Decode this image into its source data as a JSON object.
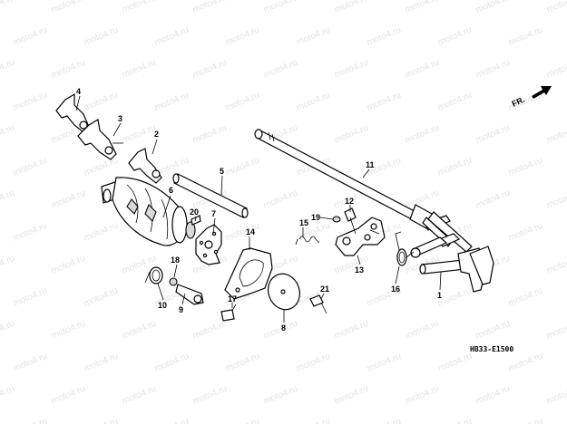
{
  "watermark": "moto4.ru",
  "orientation_label": "FR.",
  "diagram_code": "HB33-E1500",
  "callouts": {
    "c1": "1",
    "c2": "2",
    "c3": "3",
    "c4": "4",
    "c5": "5",
    "c6": "6",
    "c7": "7",
    "c8": "8",
    "c9": "9",
    "c10": "10",
    "c11": "11",
    "c12": "12",
    "c13": "13",
    "c14": "14",
    "c15": "15",
    "c16": "16",
    "c17": "17",
    "c18": "18",
    "c19": "19",
    "c20": "20",
    "c21": "21"
  }
}
